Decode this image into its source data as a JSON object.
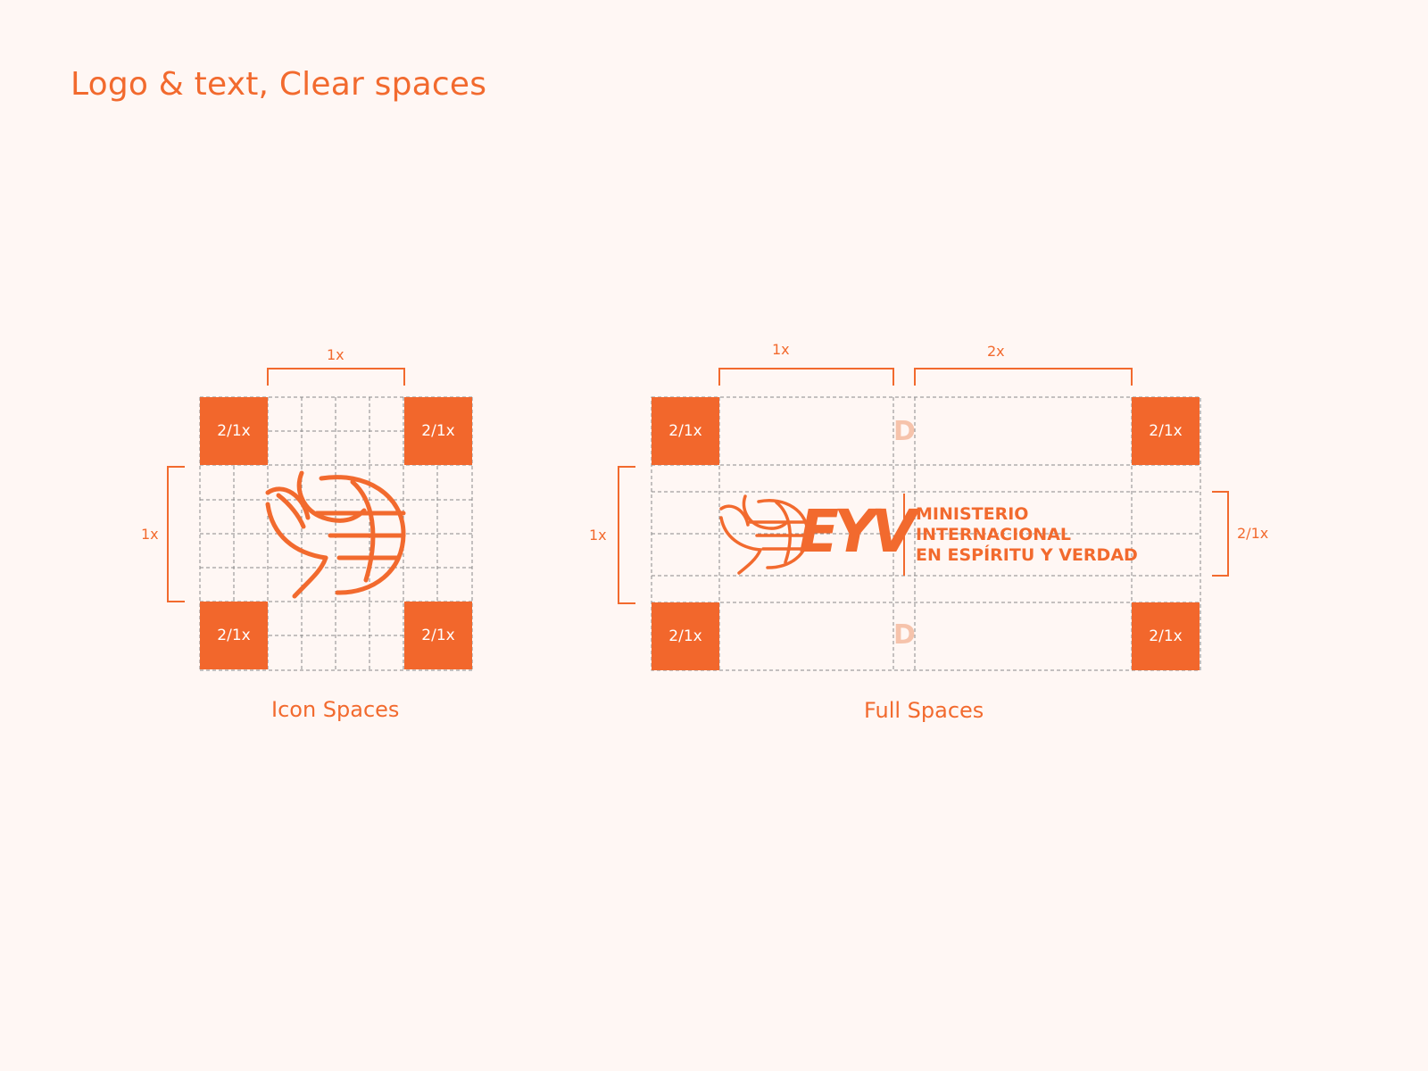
{
  "page": {
    "title": "Logo & text, Clear spaces",
    "accent_color": "#F26A2E",
    "background_color": "#FFF7F4"
  },
  "icon_panel": {
    "caption": "Icon Spaces",
    "top_dimension": "1x",
    "left_dimension": "1x",
    "corner_labels": [
      "2/1x",
      "2/1x",
      "2/1x",
      "2/1x"
    ],
    "logo_icon": "dove-globe-icon"
  },
  "full_panel": {
    "caption": "Full Spaces",
    "top_dimension_left": "1x",
    "top_dimension_right": "2x",
    "left_dimension": "1x",
    "right_dimension": "2/1x",
    "corner_labels": [
      "2/1x",
      "2/1x",
      "2/1x",
      "2/1x"
    ],
    "spacer_glyphs": [
      "D",
      "D"
    ],
    "logo_icon": "dove-globe-icon",
    "logo_letters": "EYV",
    "wordmark_lines": [
      "MINISTERIO",
      "INTERNACIONAL",
      "EN ESPÍRITU Y VERDAD"
    ]
  }
}
